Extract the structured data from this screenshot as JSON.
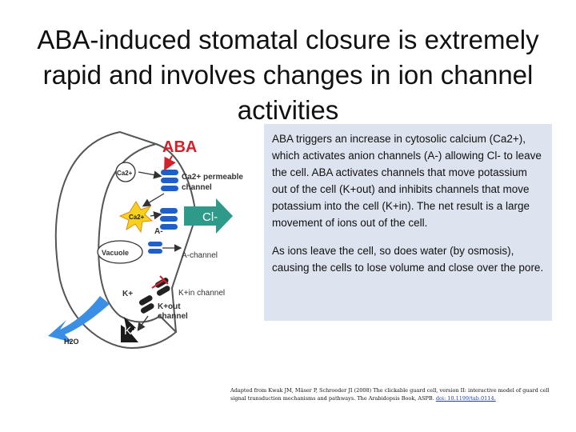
{
  "slide": {
    "title": "ABA-induced stomatal closure is extremely rapid and involves changes in ion channel activities"
  },
  "diagram": {
    "aba_label": "ABA",
    "ca_top": "Ca2+",
    "ca_mid": "Ca2+",
    "ca_channel_label_1": "Ca2+ permeable",
    "ca_channel_label_2": "channel",
    "a_minus": "A-",
    "cl_label": "Cl-",
    "anion_channel_label": "A-channel",
    "vacuole_label": "Vacuole",
    "k_plus_left": "K+",
    "k_in_channel_label": "K+in channel",
    "k_out_channel_label_1": "K+out",
    "k_out_channel_label_2": "channel",
    "k_arrow_label": "K+",
    "water_label": "H2O",
    "colors": {
      "aba_red": "#d4202a",
      "channel_blue": "#1e5fc8",
      "water_blue": "#3b8ee6",
      "cl_green": "#2e9a8a",
      "star_yellow": "#f7d21a"
    }
  },
  "textbox": {
    "para1": "ABA triggers an increase in cytosolic calcium (Ca2+), which activates anion channels (A-) allowing Cl- to leave the cell. ABA activates channels that move potassium out of the cell (K+out) and inhibits channels that move potassium into the cell (K+in). The net result is a large movement of ions out of the cell.",
    "para2": "As ions leave the cell, so does water (by osmosis), causing the cells to lose volume and close over the pore."
  },
  "citation": {
    "text": "Adapted from Kwak JM, Mäser P, Schroeder JI (2008) The clickable guard cell, version II: interactive model of guard cell signal transduction mechanisms and pathways. The Arabidopsis Book, ASPB.",
    "link": "doi: 10.1199/tab.0114."
  }
}
